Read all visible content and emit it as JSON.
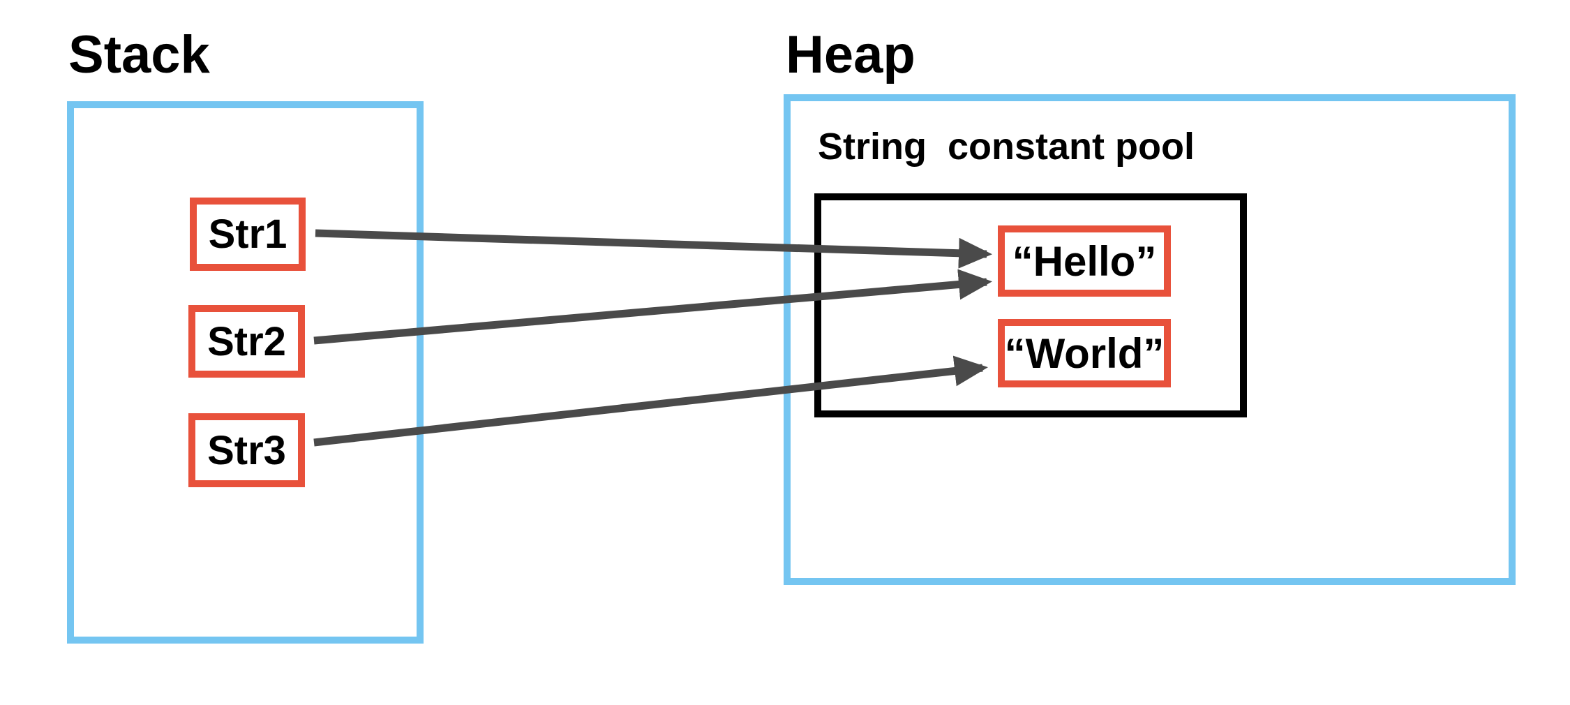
{
  "stack": {
    "title": "Stack",
    "variables": [
      {
        "label": "Str1"
      },
      {
        "label": "Str2"
      },
      {
        "label": "Str3"
      }
    ]
  },
  "heap": {
    "title": "Heap",
    "pool": {
      "label": "String  constant pool",
      "strings": [
        {
          "label": "“Hello”"
        },
        {
          "label": "“World”"
        }
      ]
    }
  },
  "connections": [
    {
      "from": "Str1",
      "to": "“Hello”"
    },
    {
      "from": "Str2",
      "to": "“Hello”"
    },
    {
      "from": "Str3",
      "to": "“World”"
    }
  ],
  "colors": {
    "container_border": "#74C5F1",
    "item_border": "#E8513B",
    "pool_border": "#000000",
    "arrow": "#4A4A4A",
    "text": "#000000",
    "background": "#FFFFFF"
  }
}
